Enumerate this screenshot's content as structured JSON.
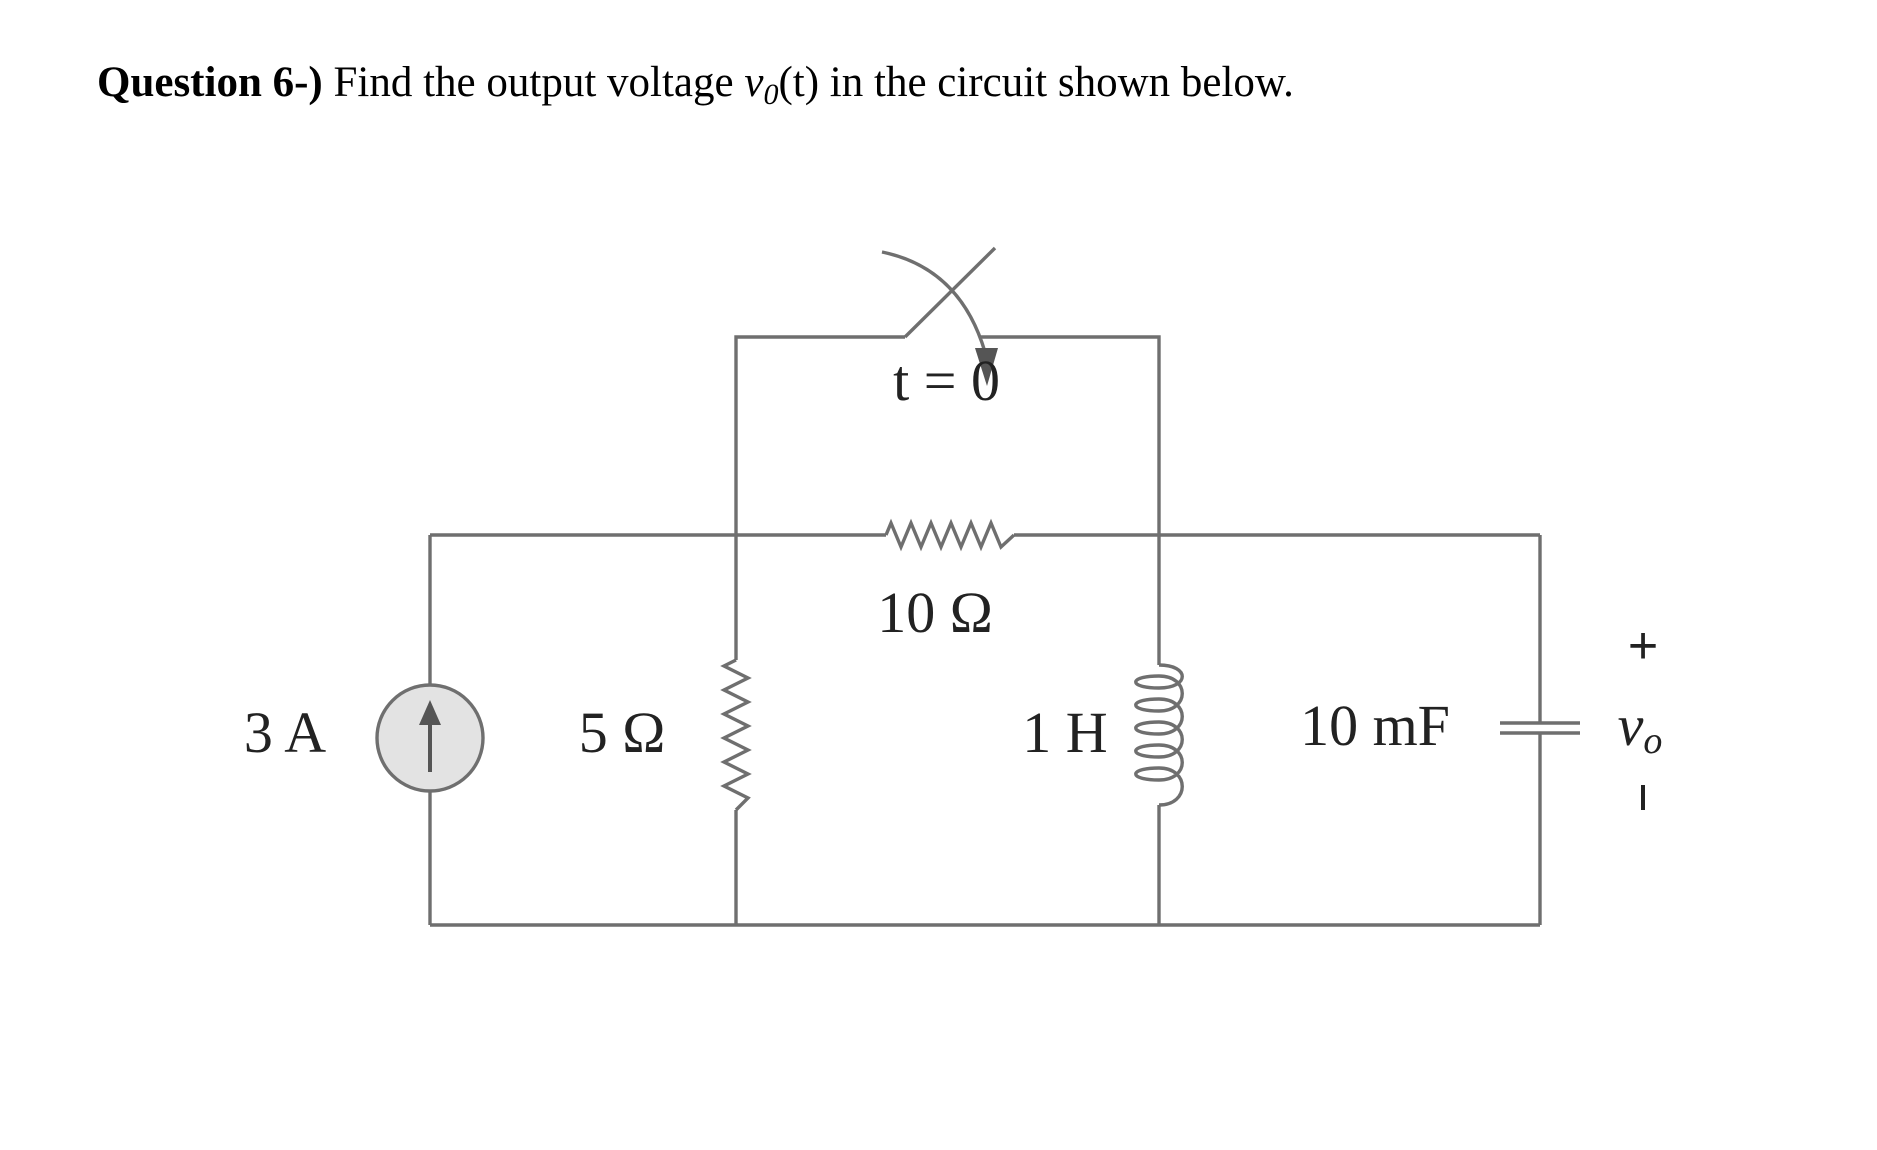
{
  "question": {
    "label": "Question 6-)",
    "text_before": "Find the output voltage",
    "var": "v",
    "var_sub": "0",
    "var_arg": "(t)",
    "text_after": "in the circuit shown below."
  },
  "circuit": {
    "source_label": "3 A",
    "r1_label": "5 Ω",
    "r2_label": "10 Ω",
    "inductor_label": "1 H",
    "capacitor_label": "10 mF",
    "switch_label": "t = 0",
    "output_plus": "+",
    "output_var": "v",
    "output_sub": "o",
    "output_minus": "−"
  },
  "colors": {
    "wire": "#6f6f6f",
    "source_fill": "#e3e3e3",
    "arrow": "#555555"
  }
}
